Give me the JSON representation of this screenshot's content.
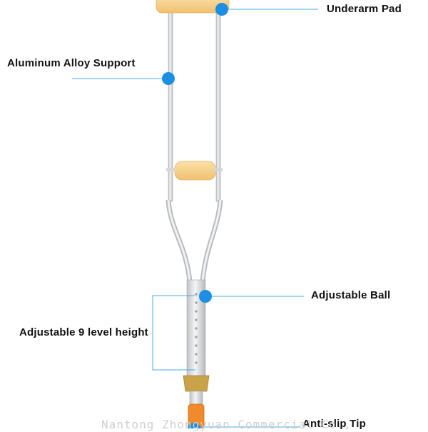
{
  "labels": {
    "underarm_pad": "Underarm Pad",
    "aluminum_support": "Aluminum Alloy Support",
    "adjustable_ball": "Adjustable Ball",
    "adjustable_height": "Adjustable 9 level height",
    "anti_slip_tip": "Anti-slip Tip"
  },
  "watermark": "Nantong Zhongyuan Commercial Co.,",
  "colors": {
    "marker": "#1a8fe3",
    "leader_line": "#4aa8e8",
    "pad": "#f6d08c",
    "frame": "#d9dadc",
    "collar": "#c9a24a",
    "tip": "#f08a2a"
  }
}
